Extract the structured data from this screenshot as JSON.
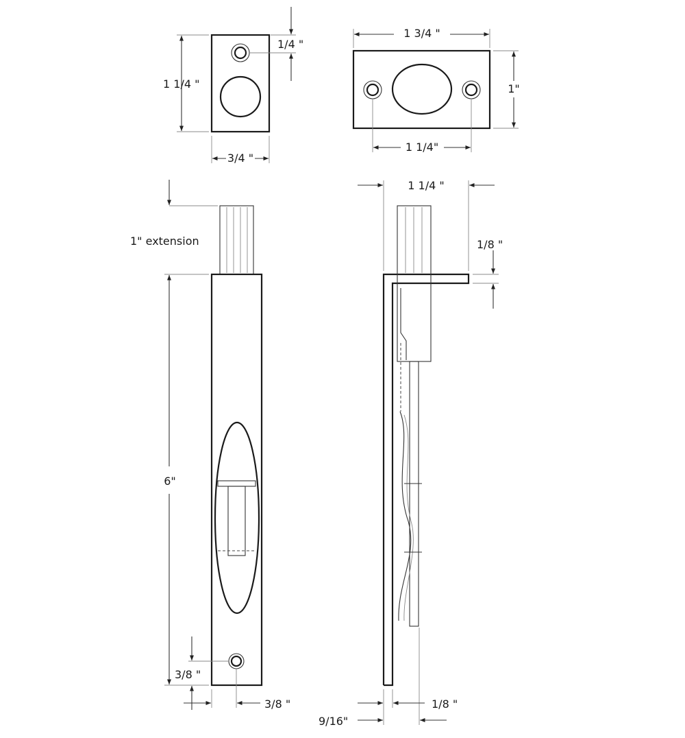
{
  "drawing": {
    "strike_plate_square": {
      "height_label": "1 1/4 \"",
      "width_label": "3/4 \"",
      "hole_offset_label": "1/4 \""
    },
    "strike_plate_rect": {
      "width_label": "1 3/4 \"",
      "height_label": "1\"",
      "hole_spacing_label": "1 1/4\""
    },
    "bolt_front": {
      "extension_label": "1\" extension",
      "length_label": "6\"",
      "hole_vertical_label": "3/8 \"",
      "hole_horizontal_label": "3/8 \""
    },
    "bolt_side": {
      "flange_width_label": "1 1/4 \"",
      "flange_thickness_label": "1/8 \"",
      "plate_thickness_label": "1/8 \"",
      "depth_label": "9/16\""
    }
  }
}
